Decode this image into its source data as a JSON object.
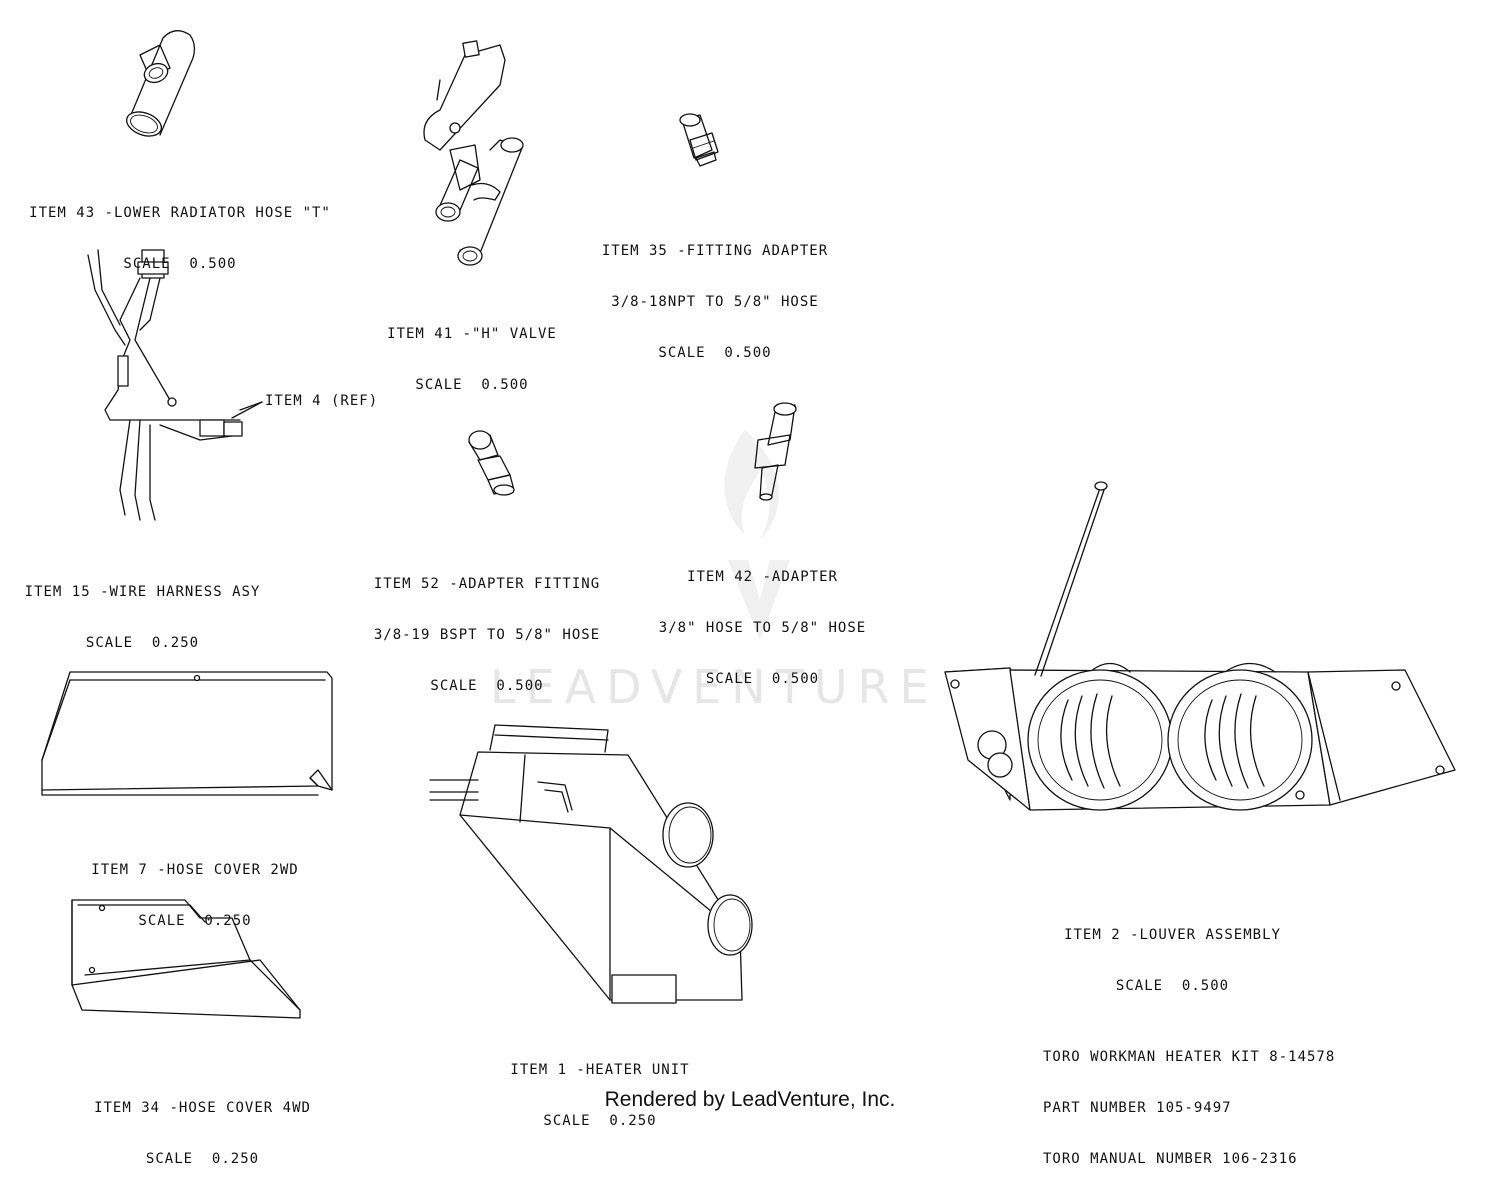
{
  "watermark": "LEADVENTURE",
  "footer": "Rendered by LeadVenture, Inc.",
  "items": {
    "item43": {
      "title": "ITEM 43 -LOWER RADIATOR HOSE \"T\"",
      "scale": "SCALE  0.500"
    },
    "item41": {
      "title": "ITEM 41 -\"H\" VALVE",
      "scale": "SCALE  0.500"
    },
    "item35": {
      "title": "ITEM 35 -FITTING ADAPTER",
      "spec": "3/8-18NPT TO 5/8\" HOSE",
      "scale": "SCALE  0.500"
    },
    "item4": {
      "callout": "ITEM 4 (REF)"
    },
    "item15": {
      "title": "ITEM 15 -WIRE HARNESS ASY",
      "scale": "SCALE  0.250"
    },
    "item52": {
      "title": "ITEM 52 -ADAPTER FITTING",
      "spec": "3/8-19 BSPT TO 5/8\" HOSE",
      "scale": "SCALE  0.500"
    },
    "item42": {
      "title": "ITEM 42 -ADAPTER",
      "spec": "3/8\" HOSE TO 5/8\" HOSE",
      "scale": "SCALE  0.500"
    },
    "item7": {
      "title": "ITEM 7 -HOSE COVER 2WD",
      "scale": "SCALE  0.250"
    },
    "item34": {
      "title": "ITEM 34 -HOSE COVER 4WD",
      "scale": "SCALE  0.250"
    },
    "item1": {
      "title": "ITEM 1 -HEATER UNIT",
      "scale": "SCALE  0.250"
    },
    "item2": {
      "title": "ITEM 2 -LOUVER ASSEMBLY",
      "scale": "SCALE  0.500"
    }
  },
  "kit_info": {
    "line1": "TORO WORKMAN HEATER KIT 8-14578",
    "line2": "PART NUMBER 105-9497",
    "line3": "TORO MANUAL NUMBER 106-2316"
  }
}
